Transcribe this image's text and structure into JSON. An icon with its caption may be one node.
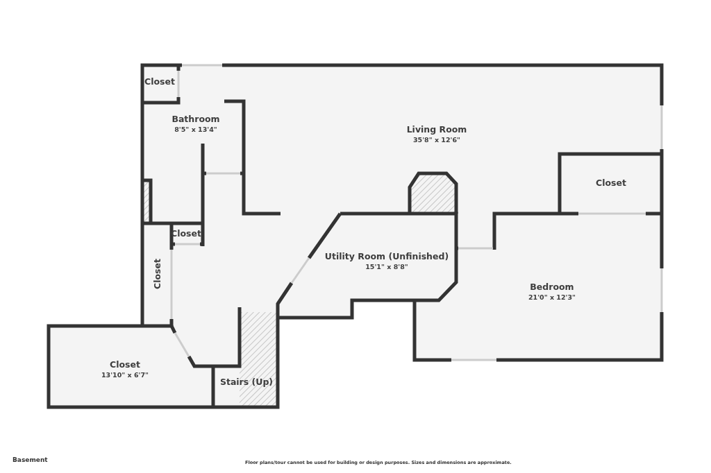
{
  "diagram": {
    "nodes": [
      {
        "text": [
          "Closet"
        ]
      },
      {
        "text": [
          "Bathroom",
          "8'5\" x 13'4\""
        ]
      },
      {
        "text": [
          "Living Room",
          "35'8\" x 12'6\""
        ]
      },
      {
        "text": [
          "Closet"
        ]
      },
      {
        "text": [
          "Closet"
        ]
      },
      {
        "text": [
          "Utility Room (Unfinished)",
          "15'1\" x 8'8\""
        ]
      },
      {
        "text": [
          "Closet"
        ]
      },
      {
        "text": [
          "Bedroom",
          "21'0\" x 12'3\""
        ]
      },
      {
        "text": [
          "Closet",
          "13'10\" x 6'7\""
        ]
      },
      {
        "text": [
          "Stairs (Up)"
        ]
      }
    ],
    "edges": [],
    "labels": [
      "Basement",
      "Floor plans/tour cannot be used for building or design purposes. Sizes and dimensions are approximate."
    ]
  }
}
